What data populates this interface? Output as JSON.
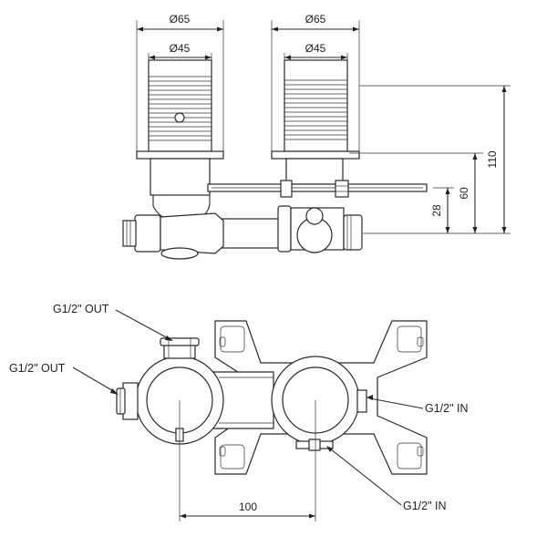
{
  "top_view": {
    "left_outer_dia": "Ø65",
    "left_inner_dia": "Ø45",
    "right_outer_dia": "Ø65",
    "right_inner_dia": "Ø45",
    "height_total": "110",
    "height_mid": "60",
    "height_low": "28"
  },
  "bottom_view": {
    "out_top_label": "G1/2\" OUT",
    "out_left_label": "G1/2\" OUT",
    "in_right_label": "G1/2\" IN",
    "in_bottom_label": "G1/2\" IN",
    "center_distance": "100"
  }
}
